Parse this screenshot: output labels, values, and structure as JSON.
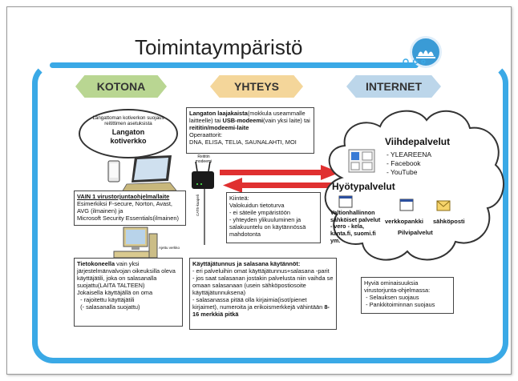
{
  "slide": {
    "title": "Toimintaympäristö",
    "colors": {
      "frame": "#3aa9e6",
      "kotona": "#b9d692",
      "yhteys": "#f4d69a",
      "internet": "#bcd6ea",
      "arrow": "#e03030"
    }
  },
  "headers": {
    "kotona": "KOTONA",
    "yhteys": "YHTEYS",
    "internet": "INTERNET"
  },
  "home_bubble": {
    "small": "Langattoman kotiverkon suojaus reitittimen asetuksista",
    "big": "Langaton kotiverkko"
  },
  "connection_box": {
    "l1b": "Langaton laajakaista",
    "l1": "(mokkula useammalle laitteelle) tai ",
    "l1b2": "USB-modeemi",
    "l1c": "(vain yksi laite) tai",
    "l2b": "reititin/modeemi-laite",
    "l3": "Operaattorit:",
    "l4": "DNA, ELISA, TELIA, SAUNALAHTI, MOI"
  },
  "router": {
    "label": "Reititin modeemi",
    "cable": "CAT5-kaapeli",
    "cable2": "Ajettu verkko"
  },
  "fixed_box": {
    "title": "Kiinteä:",
    "l1": "Valokuidun tietoturva",
    "l2": "- ei säteile ympäristöön",
    "l3": "- yhteyden ylikuuluminen ja salakuuntelu on käytännössä mahdotonta"
  },
  "antivirus_box": {
    "title": "VAIN 1 virustorjuntaohjelma/laite",
    "l1": "Esimerkiksi F-secure, Norton, Avast, AVG (ilmainen) ja",
    "l2": "Microsoft Security Essentials(ilmainen)"
  },
  "computer_box": {
    "title": "Tietokoneella",
    "l1": " vain yksi järjestelmänvalvojan oikeuksilla oleva käyttäjätili, joka on salasanalla suojattu(LAITA TALTEEN)",
    "l2": "Jokaisella käyttäjällä on oma",
    "l3": "- rajoitettu käyttäjätili",
    "l4": "(- salasanalla suojattu)"
  },
  "password_box": {
    "title": "Käyttäjätunnus ja salasana käytännöt:",
    "l1": "- eri palveluihin omat käyttäjätunnus+salasana -parit",
    "l2": "- jos saat salasanan jostakin palvelusta niin vaihda se omaan salasanaan (usein sähköpostiosoite käyttäjätunnuksena)",
    "l3": "- salasanassa pitää olla kirjaimia(isot/pienet kirjaimet), numeroita ja erikoismerkkejä vähintään ",
    "l3b": "8-16 merkkiä pitkä"
  },
  "internet_cloud": {
    "entertainment_title": "Viihdepalvelut",
    "entertainment": [
      "- YLEAREENA",
      "- Facebook",
      "- YouTube"
    ],
    "utility_title": "Hyötypalvelut",
    "gov": "Valtionhallinnon sähköiset palvelut - vero - kela, kanta.fi, suomi.fi ym.",
    "bank": "verkkopankki",
    "email": "sähköposti",
    "cloud": "Pilvipalvelut"
  },
  "av_features_box": {
    "title": "Hyviä ominaisuuksia virustorjunta-ohjelmassa:",
    "items": [
      "- Selauksen suojaus",
      "- Pankkitoiminnan suojaus"
    ]
  }
}
